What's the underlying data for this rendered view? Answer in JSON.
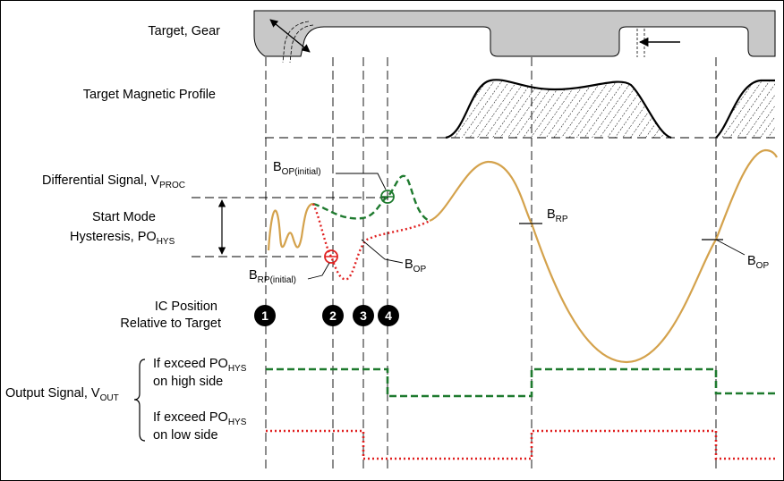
{
  "labels": {
    "target_gear": "Target, Gear",
    "magnetic_profile": "Target Magnetic Profile",
    "diff_signal_main": "Differential Signal, V",
    "diff_signal_sub": "PROC",
    "start_mode": "Start Mode",
    "hysteresis_main": "Hysteresis, PO",
    "hysteresis_sub": "HYS",
    "ic_position_1": "IC Position",
    "ic_position_2": "Relative to Target",
    "output_signal_main": "Output Signal, V",
    "output_signal_sub": "OUT",
    "high_side_1_main": "If exceed PO",
    "high_side_1_sub": "HYS",
    "high_side_2": "on high side",
    "low_side_1_main": "If exceed PO",
    "low_side_1_sub": "HYS",
    "low_side_2": "on low side"
  },
  "annotations": {
    "bop_initial_main": "B",
    "bop_initial_sub": "OP(initial)",
    "brp_initial_main": "B",
    "brp_initial_sub": "RP(initial)",
    "bop_main": "B",
    "bop_sub": "OP",
    "brp_main": "B",
    "brp_sub": "RP",
    "bop2_main": "B",
    "bop2_sub": "OP"
  },
  "positions": [
    "1",
    "2",
    "3",
    "4"
  ],
  "colors": {
    "signal": "#d4a24c",
    "high_path": "#1e7a2e",
    "low_path": "#e02020",
    "gear": "#c8c8c8"
  }
}
